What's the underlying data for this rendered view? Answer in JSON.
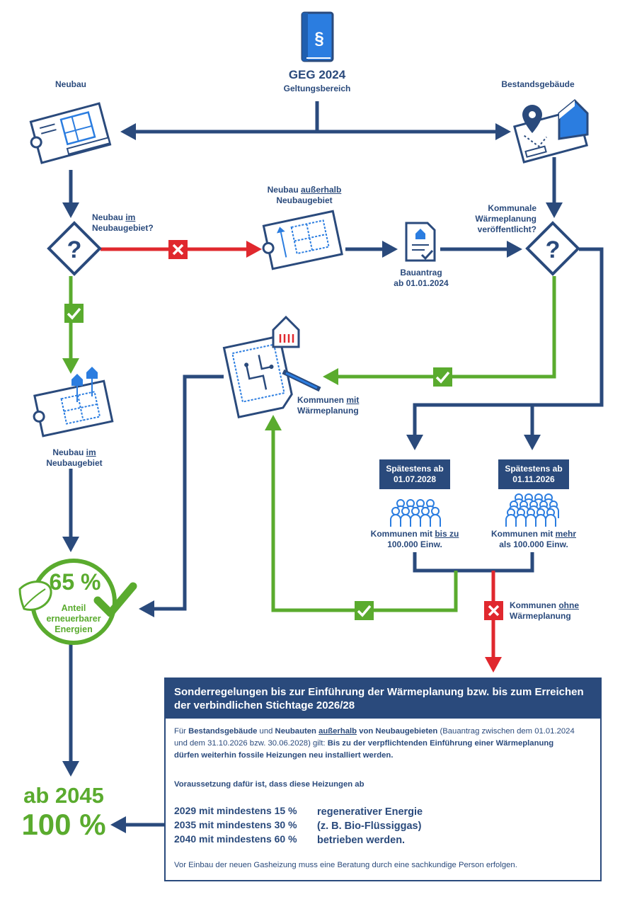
{
  "header": {
    "title": "GEG 2024",
    "subtitle": "Geltungsbereich"
  },
  "labels": {
    "neubau": "Neubau",
    "bestand": "Bestandsgebäude",
    "q1_a": "Neubau ",
    "q1_u": "im",
    "q1_b": "Neubaugebiet?",
    "ausserhalb_a": "Neubau ",
    "ausserhalb_u": "außerhalb",
    "ausserhalb_b": "Neubaugebiet",
    "bauantrag_a": "Bauantrag",
    "bauantrag_b": "ab 01.01.2024",
    "q2_a": "Kommunale",
    "q2_b": "Wärmeplanung",
    "q2_c": "veröffentlicht?",
    "mitwp_a": "Kommunen ",
    "mitwp_u": "mit",
    "mitwp_b": "Wärmeplanung",
    "imgebiet_a": "Neubau ",
    "imgebiet_u": "im",
    "imgebiet_b": "Neubaugebiet",
    "box1_a": "Spätestens ab",
    "box1_b": "01.07.2028",
    "box2_a": "Spätestens ab",
    "box2_b": "01.11.2026",
    "kbis_a": "Kommunen mit ",
    "kbis_u": "bis zu",
    "kbis_b": "100.000 Einw.",
    "kmehr_a": "Kommunen mit ",
    "kmehr_u": "mehr",
    "kmehr_b": "als 100.000 Einw.",
    "ohne_a": "Kommunen ",
    "ohne_u": "ohne",
    "ohne_b": "Wärmeplanung"
  },
  "badge": {
    "percent": "65 %",
    "line1": "Anteil",
    "line2": "erneuerbarer",
    "line3": "Energien"
  },
  "goal": {
    "year": "ab 2045",
    "percent": "100 %"
  },
  "rules": {
    "heading": "Sonderregelungen bis zur Einführung der Wärmeplanung bzw. bis zum Erreichen der verbindlichen Stichtage 2026/28",
    "p1_1": "Für ",
    "p1_2": "Bestandsgebäude",
    "p1_3": " und ",
    "p1_4": "Neubauten ",
    "p1_5": "außerhalb",
    "p1_6": " von Neubaugebieten",
    "p1_7": " (Bauantrag zwischen dem 01.01.2024",
    "p1_8": "und dem 31.10.2026 bzw. 30.06.2028) gilt: ",
    "p1_9": "Bis zu der verpflichtenden Einführung einer Wärmeplanung",
    "p1_10": "dürfen weiterhin fossile Heizungen neu installiert werden.",
    "p2": "Voraussetzung dafür ist, dass diese Heizungen ab",
    "pct1": "2029 mit mindestens 15 %",
    "pct2": "2035 mit mindestens 30 %",
    "pct3": "2040 mit mindestens 60 %",
    "regen1": "regenerativer Energie",
    "regen2": "(z. B. Bio-Flüssiggas)",
    "regen3": "betrieben werden.",
    "footer": "Vor Einbau der neuen Gasheizung muss eine Beratung durch eine sachkundige Person erfolgen."
  },
  "colors": {
    "navy": "#2a4a7c",
    "green": "#5aab2e",
    "red": "#e0282e",
    "blue": "#2b7de0"
  }
}
